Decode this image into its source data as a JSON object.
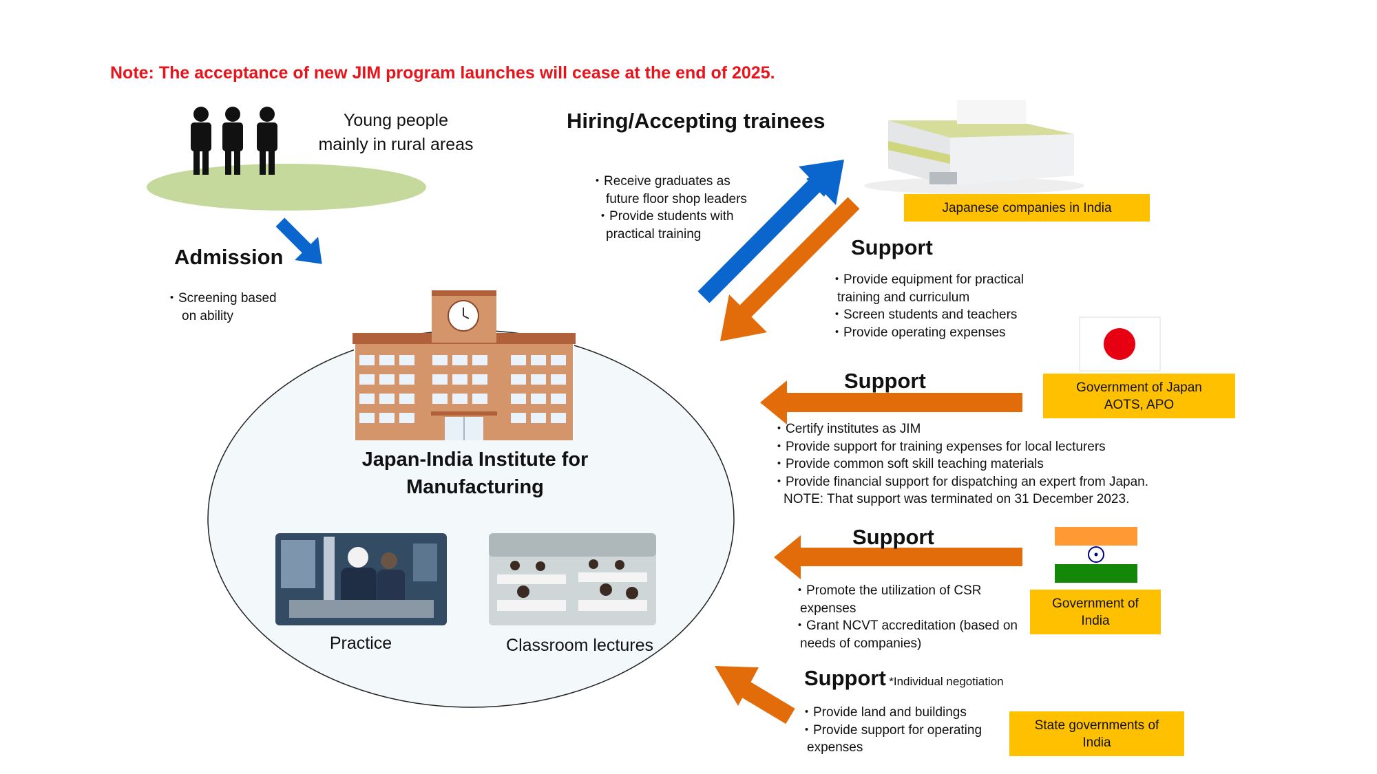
{
  "note": "Note: The acceptance of new JIM program launches will cease at the end of 2025.",
  "young_people": [
    "Young people",
    "mainly in rural areas"
  ],
  "admission": {
    "title": "Admission",
    "bullets": [
      "・Screening based",
      "on ability"
    ]
  },
  "hiring": {
    "title": "Hiring/Accepting trainees",
    "bullets": [
      "・Receive graduates as",
      "future floor shop leaders",
      "・Provide students with",
      "practical training"
    ]
  },
  "institute": {
    "title": [
      "Japan-India Institute for",
      "Manufacturing"
    ],
    "practice": "Practice",
    "classroom": "Classroom lectures"
  },
  "companies": {
    "label": "Japanese companies in India",
    "support_title": "Support",
    "bullets": [
      "・Provide equipment for practical",
      "training and curriculum",
      "・Screen students and teachers",
      "・Provide operating expenses"
    ]
  },
  "gov_japan": {
    "label": [
      "Government of Japan",
      "AOTS, APO"
    ],
    "support_title": "Support",
    "bullets": [
      "・Certify institutes as JIM",
      "・Provide support for training expenses for local lecturers",
      "・Provide common soft skill teaching materials",
      "・Provide financial support for dispatching an expert from Japan.",
      "NOTE: That support was terminated on 31 December 2023."
    ]
  },
  "gov_india": {
    "label": [
      "Government of",
      "India"
    ],
    "support_title": "Support",
    "bullets": [
      "・Promote the utilization of CSR",
      "expenses",
      "・Grant NCVT accreditation (based on",
      "needs of companies)"
    ]
  },
  "state_gov": {
    "label": [
      "State governments of",
      "India"
    ],
    "support_title": "Support",
    "support_note": "*Individual negotiation",
    "bullets": [
      "・Provide land and buildings",
      "・Provide support for operating",
      "expenses"
    ]
  },
  "colors": {
    "note_red": "#e8141c",
    "arrow_blue": "#0a66cc",
    "arrow_orange": "#e36c0a",
    "label_yellow": "#ffc000",
    "ellipse_green": "#c5d99c",
    "school_brown": "#d4956a"
  }
}
